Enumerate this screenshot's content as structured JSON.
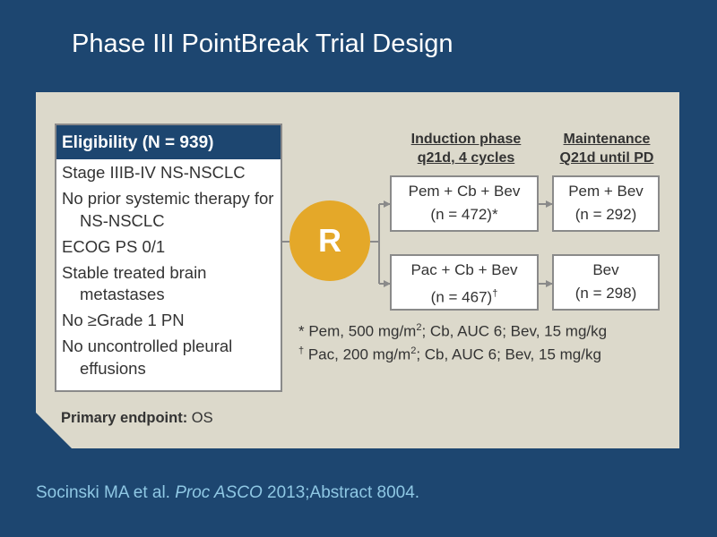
{
  "title": "Phase III PointBreak Trial Design",
  "eligibility": {
    "header": "Eligibility (N = 939)",
    "items": [
      "Stage IIIB-IV NS-NSCLC",
      "No prior systemic therapy for NS-NSCLC",
      "ECOG PS 0/1",
      "Stable treated brain metastases",
      "No ≥Grade 1 PN",
      "No uncontrolled pleural effusions"
    ]
  },
  "randomize_label": "R",
  "induction_header": {
    "line1": "Induction phase",
    "line2": "q21d, 4 cycles"
  },
  "maintenance_header": {
    "line1": "Maintenance",
    "line2": "Q21d until PD"
  },
  "arms": {
    "pem_induction": {
      "regimen": "Pem + Cb + Bev",
      "n": "(n = 472)",
      "mark": "*"
    },
    "pem_maintenance": {
      "regimen": "Pem + Bev",
      "n": "(n = 292)"
    },
    "pac_induction": {
      "regimen": "Pac + Cb + Bev",
      "n": "(n = 467)",
      "mark": "†"
    },
    "pac_maintenance": {
      "regimen": "Bev",
      "n": "(n = 298)"
    }
  },
  "footnotes": {
    "pem": {
      "mark": "*",
      "before": " Pem, 500 mg/m",
      "sup": "2",
      "after": "; Cb, AUC 6; Bev, 15 mg/kg"
    },
    "pac": {
      "mark": "†",
      "before": " Pac, 200 mg/m",
      "sup": "2",
      "after": "; Cb, AUC 6; Bev, 15 mg/kg"
    }
  },
  "primary_endpoint": {
    "label": "Primary endpoint:",
    "value": " OS"
  },
  "citation": {
    "authors": "Socinski MA et al. ",
    "journal": "Proc ASCO",
    "rest": " 2013;Abstract 8004."
  },
  "colors": {
    "background": "#1d4670",
    "panel": "#dcd9cb",
    "accent": "#e4a829",
    "citation": "#8fc8e4"
  }
}
